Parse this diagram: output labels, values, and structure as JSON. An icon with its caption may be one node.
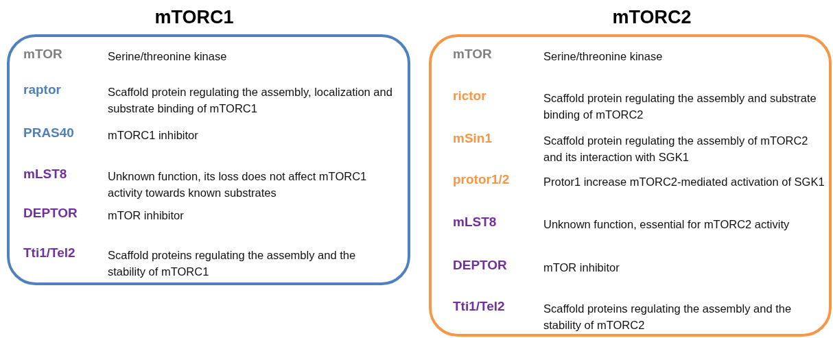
{
  "diagram": {
    "nodes": [
      {
        "text": [
          "mTORC1",
          "mTOR",
          "Serine/threonine kinase",
          "raptor",
          "Scaffold protein regulating the assembly, localization and substrate binding of mTORC1",
          "PRAS40",
          "mTORC1 inhibitor",
          "mLST8",
          "Unknown function, its loss does not affect mTORC1 activity towards known substrates",
          "DEPTOR",
          "mTOR inhibitor",
          "Tti1/Tel2",
          "Scaffold proteins regulating the assembly and the stability of mTORC1"
        ]
      },
      {
        "text": [
          "mTORC2",
          "mTOR",
          "Serine/threonine kinase",
          "rictor",
          "Scaffold protein regulating the assembly and substrate binding of mTORC2",
          "mSin1",
          "Scaffold protein regulating the assembly of mTORC2 and its interaction with SGK1",
          "protor1/2",
          "Protor1 increase mTORC2-mediated activation of SGK1",
          "mLST8",
          "Unknown function, essential for mTORC2 activity",
          "DEPTOR",
          "mTOR inhibitor",
          "Tti1/Tel2",
          "Scaffold proteins regulating the assembly and the stability of mTORC2"
        ]
      }
    ]
  }
}
